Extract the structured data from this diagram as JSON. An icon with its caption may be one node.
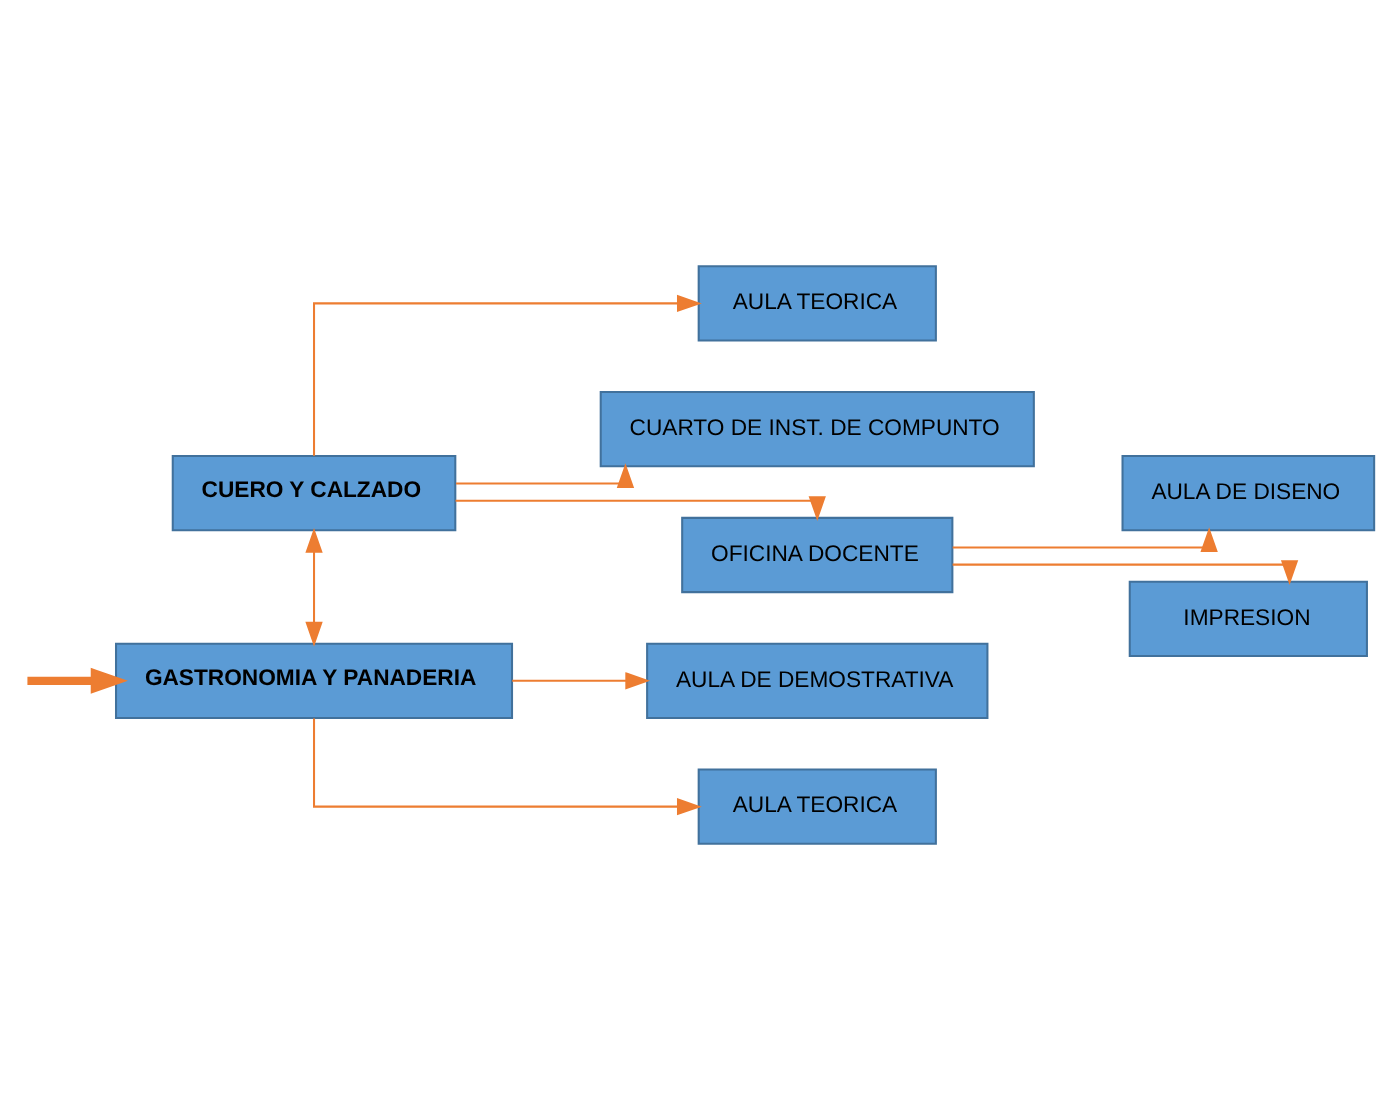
{
  "diagram": {
    "nodes": [
      {
        "text": [
          "CUERO Y CALZADO"
        ]
      },
      {
        "text": [
          "AULA TEORICA"
        ]
      },
      {
        "text": [
          "CUARTO DE INST. DE COMPUNTO"
        ]
      },
      {
        "text": [
          "OFICINA DOCENTE"
        ]
      },
      {
        "text": [
          "AULA DE DISENO"
        ]
      },
      {
        "text": [
          "IMPRESION"
        ]
      },
      {
        "text": [
          "GASTRONOMIA Y PANADERIA"
        ]
      },
      {
        "text": [
          "AULA DE DEMOSTRATIVA"
        ]
      },
      {
        "text": [
          "AULA TEORICA"
        ]
      }
    ],
    "edges": [
      {
        "from": 0,
        "to": 1,
        "arrow": "to"
      },
      {
        "from": 0,
        "to": 2,
        "arrow": "to"
      },
      {
        "from": 0,
        "to": 3,
        "arrow": "to"
      },
      {
        "from": 3,
        "to": 4,
        "arrow": "to"
      },
      {
        "from": 3,
        "to": 5,
        "arrow": "to"
      },
      {
        "from": 0,
        "to": 6,
        "arrow": "both"
      },
      {
        "from": null,
        "to": 6,
        "arrow": "to",
        "style": "thick"
      },
      {
        "from": 6,
        "to": 7,
        "arrow": "to"
      },
      {
        "from": 6,
        "to": 8,
        "arrow": "to"
      }
    ]
  }
}
